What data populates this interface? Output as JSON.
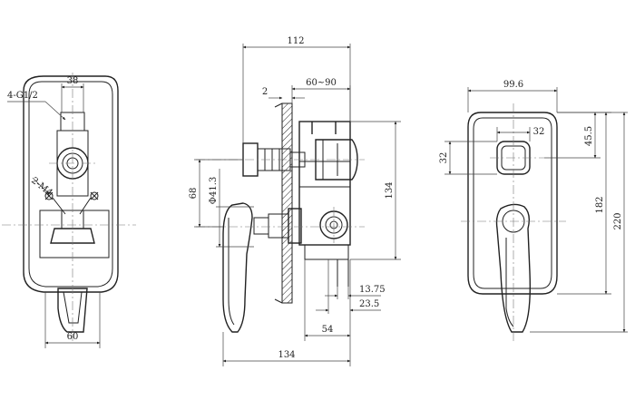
{
  "left_view": {
    "dim_width_top": "38",
    "dim_width_bottom": "60",
    "thread_callout": "4-G1/2",
    "screw_callout": "2-M4"
  },
  "side_view": {
    "dim_overall_top": "112",
    "dim_gap": "2",
    "dim_range": "60~90",
    "dim_height_68": "68",
    "dim_diameter": "Φ41.3",
    "dim_height_134": "134",
    "dim_13_75": "13.75",
    "dim_23_5": "23.5",
    "dim_54": "54",
    "dim_overall_bottom": "134"
  },
  "front_view": {
    "dim_width": "99.6",
    "dim_32_h": "32",
    "dim_32_v": "32",
    "dim_45_5": "45.5",
    "dim_182": "182",
    "dim_220": "220"
  }
}
